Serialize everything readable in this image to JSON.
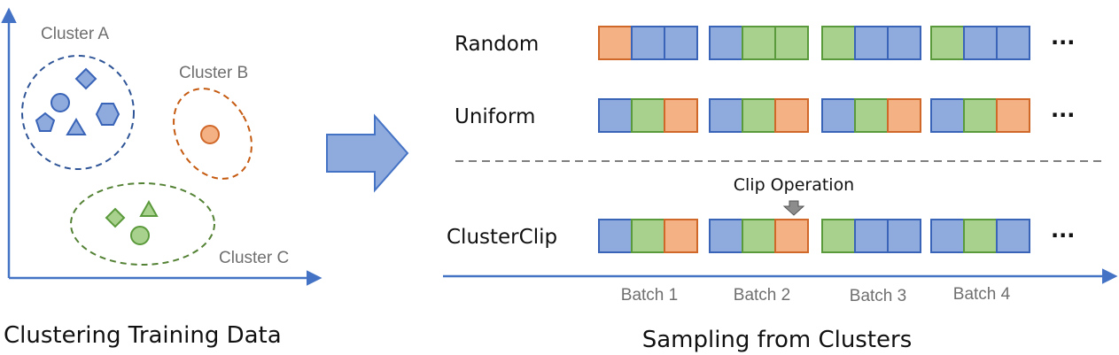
{
  "colors": {
    "blue": "#8FAADC",
    "blue_stroke": "#3A64B8",
    "green": "#A9D18E",
    "green_stroke": "#5B9A3C",
    "orange": "#F4B183",
    "orange_stroke": "#D0682A",
    "axis": "#4472C4",
    "arrow_fill": "#8FAADC",
    "arrow_stroke": "#4472C4",
    "separator": "#7f7f7f"
  },
  "left_panel": {
    "caption": "Clustering Training Data",
    "clusters": [
      {
        "label": "Cluster A",
        "color": "blue",
        "shapes": [
          "diamond-icon",
          "circle-icon",
          "hexagon-icon",
          "pentagon-icon",
          "triangle-icon"
        ]
      },
      {
        "label": "Cluster B",
        "color": "orange",
        "shapes": [
          "circle-icon"
        ]
      },
      {
        "label": "Cluster C",
        "color": "green",
        "shapes": [
          "diamond-icon",
          "triangle-icon",
          "circle-icon"
        ]
      }
    ]
  },
  "right_panel": {
    "caption": "Sampling from Clusters",
    "rows": [
      {
        "label": "Random",
        "batches": [
          [
            "orange",
            "blue",
            "blue"
          ],
          [
            "blue",
            "green",
            "green"
          ],
          [
            "green",
            "blue",
            "blue"
          ],
          [
            "green",
            "blue",
            "blue"
          ]
        ]
      },
      {
        "label": "Uniform",
        "batches": [
          [
            "blue",
            "green",
            "orange"
          ],
          [
            "blue",
            "green",
            "orange"
          ],
          [
            "blue",
            "green",
            "orange"
          ],
          [
            "blue",
            "green",
            "orange"
          ]
        ]
      },
      {
        "label": "ClusterClip",
        "batches": [
          [
            "blue",
            "green",
            "orange"
          ],
          [
            "blue",
            "green",
            "orange"
          ],
          [
            "green",
            "blue",
            "blue"
          ],
          [
            "blue",
            "green",
            "blue"
          ]
        ]
      }
    ],
    "ellipsis": "···",
    "clip_operation": "Clip Operation",
    "batch_labels": [
      "Batch 1",
      "Batch 2",
      "Batch 3",
      "Batch 4"
    ]
  }
}
